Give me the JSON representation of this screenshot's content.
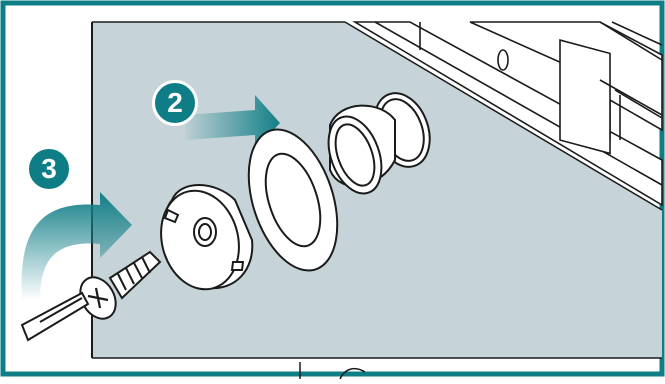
{
  "steps": [
    {
      "number": "2",
      "meaning": "push-in"
    },
    {
      "number": "3",
      "meaning": "screw-tighten"
    }
  ],
  "colors": {
    "frame": "#0e7d86",
    "panel": "#c6d4d9",
    "arrow": "#137f87",
    "badge": "#0e7d86",
    "line": "#1b1b1b"
  },
  "icons": [
    "push-arrow-icon",
    "rotate-arrow-icon",
    "screwdriver-icon"
  ]
}
